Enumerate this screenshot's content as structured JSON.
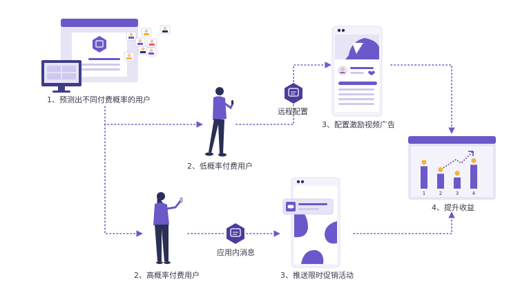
{
  "colors": {
    "purple": "#6b58c9",
    "purple_dark": "#4b3c9e",
    "purple_light": "#e7e4f6",
    "lavender": "#cfc8f0",
    "gold": "#f3b23b",
    "navy": "#2b2f55",
    "line": "#6b58c9"
  },
  "nodes": {
    "predict": "1、预测出不同付费概率的用户",
    "low_users": "2、低概率付费用户",
    "high_users": "2、高概率付费用户",
    "remote_config": "远程配置",
    "in_app_msg": "应用内消息",
    "video_ads": "3、配置激励视频广告",
    "promo": "3、推送限时促销活动",
    "revenue": "4、提升收益"
  },
  "chart_data": {
    "type": "bar",
    "categories": [
      "1",
      "2",
      "3",
      "4"
    ],
    "values": [
      3,
      2,
      1.5,
      3.2
    ],
    "ylim": [
      0,
      4
    ]
  },
  "icons": [
    "monitor-icon",
    "message-icon",
    "gamepad-icon",
    "heart-icon",
    "trend-arrow-icon",
    "coin-icon"
  ]
}
